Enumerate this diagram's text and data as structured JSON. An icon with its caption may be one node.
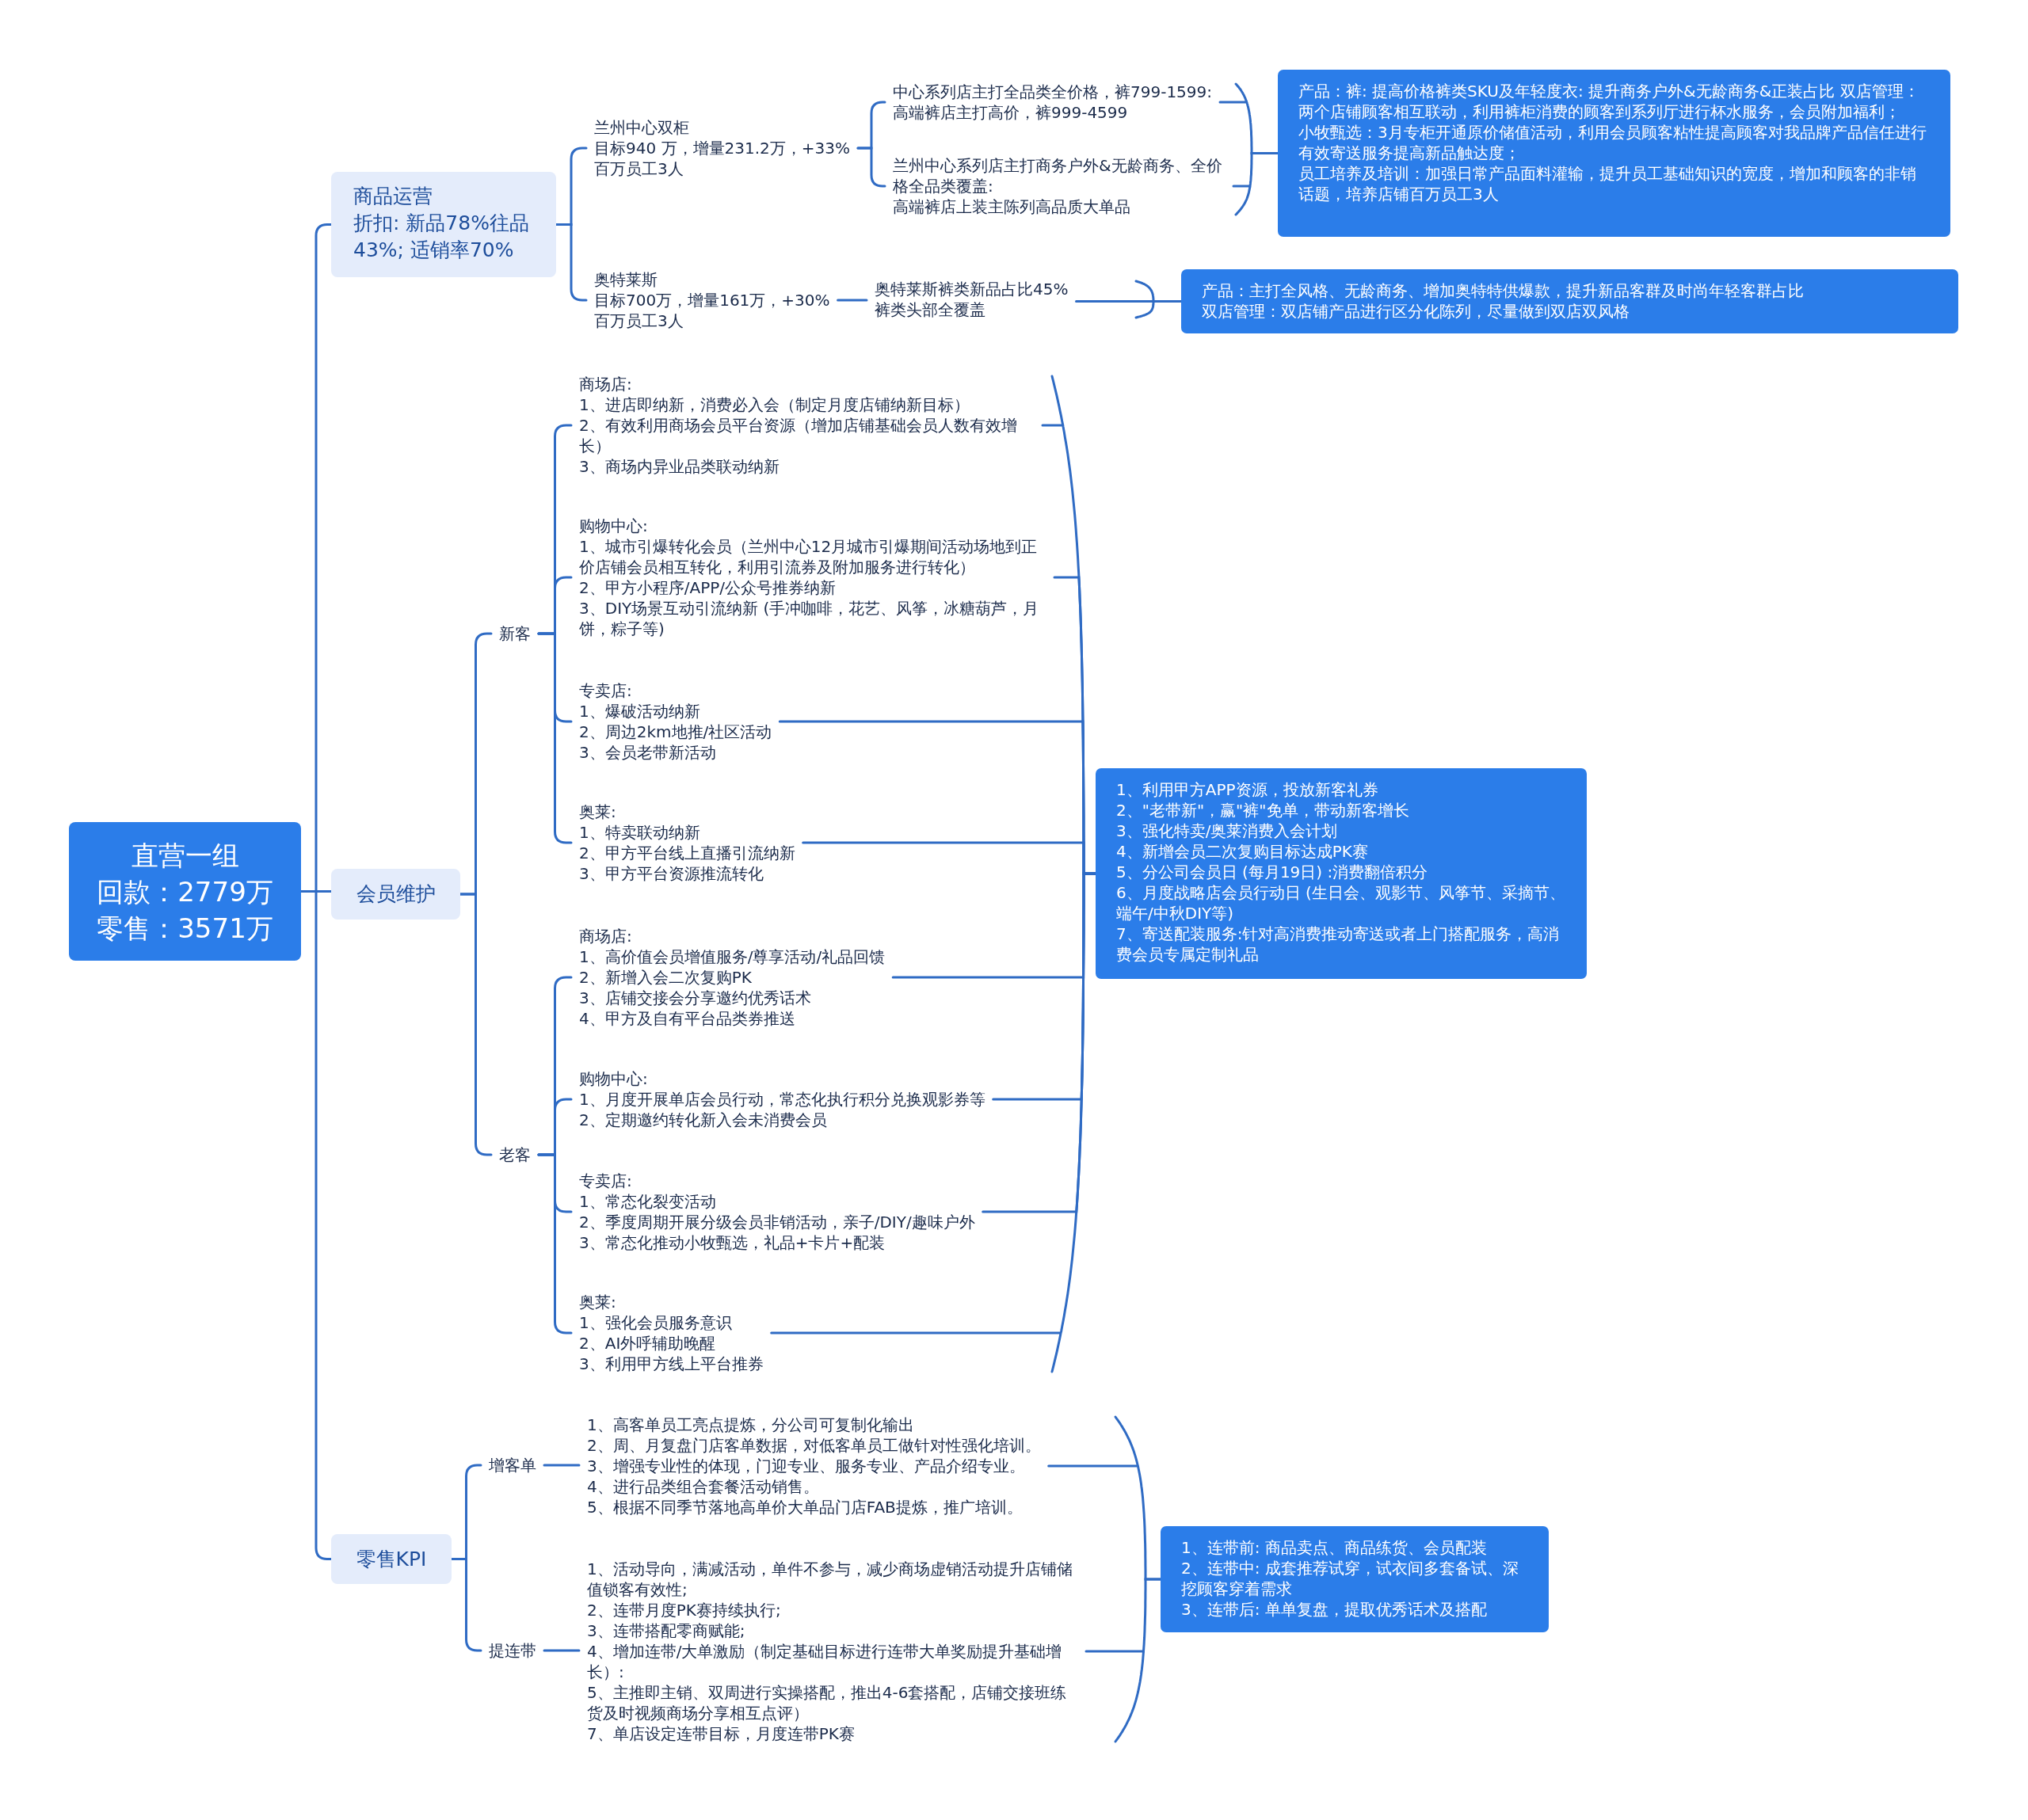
{
  "diagram": {
    "nodes": [
      {
        "text": [
          "直营一组",
          "回款：2779万",
          "零售：3571万"
        ]
      },
      {
        "text": [
          "商品运营",
          "折扣: 新品78%往品43%; 适销率70%"
        ]
      },
      {
        "text": [
          "兰州中心双柜",
          "目标940 万，增量231.2万，+33%",
          "百万员工3人"
        ]
      },
      {
        "text": [
          "中心系列店主打全品类全价格，裤799-1599:",
          "高端裤店主打高价，裤999-4599"
        ]
      },
      {
        "text": [
          "兰州中心系列店主打商务户外&无龄商务、全价格全品类覆盖:",
          "高端裤店上装主陈列高品质大单品"
        ]
      },
      {
        "text": [
          "产品：裤: 提高价格裤类SKU及年轻度衣: 提升商务户外&无龄商务&正装占比 双店管理：两个店铺顾客相互联动，利用裤柜消费的顾客到系列厅进行杯水服务，会员附加福利；",
          "小牧甄选：3月专柜开通原价储值活动，利用会员顾客粘性提高顾客对我品牌产品信任进行有效寄送服务提高新品触达度；",
          "员工培养及培训：加强日常产品面料灌输，提升员工基础知识的宽度，增加和顾客的非销话题，培养店铺百万员工3人"
        ]
      },
      {
        "text": [
          "奥特莱斯",
          "目标700万，增量161万，+30%",
          "百万员工3人"
        ]
      },
      {
        "text": [
          "奥特莱斯裤类新品占比45%",
          "裤类头部全覆盖"
        ]
      },
      {
        "text": [
          "产品：主打全风格、无龄商务、增加奥特特供爆款，提升新品客群及时尚年轻客群占比",
          "双店管理：双店铺产品进行区分化陈列，尽量做到双店双风格"
        ]
      },
      {
        "text": [
          "会员维护"
        ]
      },
      {
        "text": [
          "新客"
        ]
      },
      {
        "text": [
          "商场店:",
          "1、进店即纳新，消费必入会（制定月度店铺纳新目标）",
          "2、有效利用商场会员平台资源（增加店铺基础会员人数有效增长）",
          "3、商场内异业品类联动纳新"
        ]
      },
      {
        "text": [
          "购物中心:",
          "1、城市引爆转化会员（兰州中心12月城市引爆期间活动场地到正价店铺会员相互转化，利用引流券及附加服务进行转化）",
          "2、甲方小程序/APP/公众号推券纳新",
          "3、DIY场景互动引流纳新 (手冲咖啡，花艺、风筝，冰糖葫芦，月饼，粽子等)"
        ]
      },
      {
        "text": [
          "专卖店:",
          "1、爆破活动纳新",
          "2、周边2km地推/社区活动",
          "3、会员老带新活动"
        ]
      },
      {
        "text": [
          "奥莱:",
          "1、特卖联动纳新",
          "2、甲方平台线上直播引流纳新",
          "3、甲方平台资源推流转化"
        ]
      },
      {
        "text": [
          "老客"
        ]
      },
      {
        "text": [
          "商场店:",
          "1、高价值会员增值服务/尊享活动/礼品回馈",
          "2、新增入会二次复购PK",
          "3、店铺交接会分享邀约优秀话术",
          "4、甲方及自有平台品类券推送"
        ]
      },
      {
        "text": [
          "购物中心:",
          "1、月度开展单店会员行动，常态化执行积分兑换观影券等",
          "2、定期邀约转化新入会未消费会员"
        ]
      },
      {
        "text": [
          "专卖店:",
          "1、常态化裂变活动",
          "2、季度周期开展分级会员非销活动，亲子/DIY/趣味户外",
          "3、常态化推动小牧甄选，礼品+卡片+配装"
        ]
      },
      {
        "text": [
          "奥莱:",
          "1、强化会员服务意识",
          "2、AI外呼辅助晚醒",
          "3、利用甲方线上平台推券"
        ]
      },
      {
        "text": [
          "1、利用甲方APP资源，投放新客礼券",
          "2、\"老带新\"，赢\"裤\"免单，带动新客增长",
          "3、强化特卖/奥莱消费入会计划",
          "4、新增会员二次复购目标达成PK赛",
          "5、分公司会员日 (每月19日) :消费翻倍积分",
          "6、月度战略店会员行动日 (生日会、观影节、风筝节、采摘节、端午/中秋DIY等)",
          "7、寄送配装服务:针对高消费推动寄送或者上门搭配服务，高消费会员专属定制礼品"
        ]
      },
      {
        "text": [
          "零售KPI"
        ]
      },
      {
        "text": [
          "增客单"
        ]
      },
      {
        "text": [
          "1、高客单员工亮点提炼，分公司可复制化输出",
          "2、周、月复盘门店客单数据，对低客单员工做针对性强化培训。",
          "3、增强专业性的体现，门迎专业、服务专业、产品介绍专业。",
          "4、进行品类组合套餐活动销售。",
          "5、根据不同季节落地高单价大单品门店FAB提炼，推广培训。"
        ]
      },
      {
        "text": [
          "提连带"
        ]
      },
      {
        "text": [
          "1、活动导向，满减活动，单件不参与，减少商场虚销活动提升店铺储值锁客有效性;",
          "2、连带月度PK赛持续执行;",
          "3、连带搭配零商赋能;",
          "4、增加连带/大单激励（制定基础目标进行连带大单奖励提升基础增长）:",
          "5、主推即主销、双周进行实操搭配，推出4-6套搭配，店铺交接班练货及时视频商场分享相互点评）",
          "7、单店设定连带目标，月度连带PK赛"
        ]
      },
      {
        "text": [
          "1、连带前: 商品卖点、商品练货、会员配装",
          "2、连带中: 成套推荐试穿，试衣间多套备试、深挖顾客穿着需求",
          "3、连带后: 单单复盘，提取优秀话术及搭配"
        ]
      }
    ],
    "edges": [
      {
        "from": 0,
        "to": 1,
        "arrow": "none"
      },
      {
        "from": 0,
        "to": 9,
        "arrow": "none"
      },
      {
        "from": 0,
        "to": 21,
        "arrow": "none"
      },
      {
        "from": 1,
        "to": 2,
        "arrow": "none"
      },
      {
        "from": 1,
        "to": 6,
        "arrow": "none"
      },
      {
        "from": 2,
        "to": 3,
        "arrow": "none"
      },
      {
        "from": 2,
        "to": 4,
        "arrow": "none"
      },
      {
        "from": 3,
        "to": 5,
        "arrow": "none"
      },
      {
        "from": 4,
        "to": 5,
        "arrow": "none"
      },
      {
        "from": 6,
        "to": 7,
        "arrow": "none"
      },
      {
        "from": 7,
        "to": 8,
        "arrow": "none"
      },
      {
        "from": 9,
        "to": 10,
        "arrow": "none"
      },
      {
        "from": 9,
        "to": 15,
        "arrow": "none"
      },
      {
        "from": 10,
        "to": 11,
        "arrow": "none"
      },
      {
        "from": 10,
        "to": 12,
        "arrow": "none"
      },
      {
        "from": 10,
        "to": 13,
        "arrow": "none"
      },
      {
        "from": 10,
        "to": 14,
        "arrow": "none"
      },
      {
        "from": 15,
        "to": 16,
        "arrow": "none"
      },
      {
        "from": 15,
        "to": 17,
        "arrow": "none"
      },
      {
        "from": 15,
        "to": 18,
        "arrow": "none"
      },
      {
        "from": 15,
        "to": 19,
        "arrow": "none"
      },
      {
        "from": 11,
        "to": 20,
        "arrow": "none"
      },
      {
        "from": 12,
        "to": 20,
        "arrow": "none"
      },
      {
        "from": 13,
        "to": 20,
        "arrow": "none"
      },
      {
        "from": 14,
        "to": 20,
        "arrow": "none"
      },
      {
        "from": 16,
        "to": 20,
        "arrow": "none"
      },
      {
        "from": 17,
        "to": 20,
        "arrow": "none"
      },
      {
        "from": 18,
        "to": 20,
        "arrow": "none"
      },
      {
        "from": 19,
        "to": 20,
        "arrow": "none"
      },
      {
        "from": 21,
        "to": 22,
        "arrow": "none"
      },
      {
        "from": 21,
        "to": 24,
        "arrow": "none"
      },
      {
        "from": 22,
        "to": 23,
        "arrow": "none"
      },
      {
        "from": 24,
        "to": 25,
        "arrow": "none"
      },
      {
        "from": 23,
        "to": 26,
        "arrow": "none"
      },
      {
        "from": 25,
        "to": 26,
        "arrow": "none"
      }
    ]
  }
}
